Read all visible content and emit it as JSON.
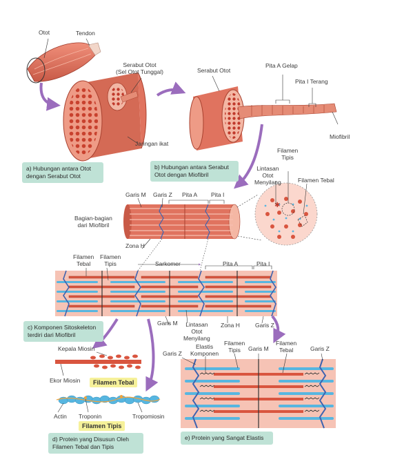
{
  "labels": {
    "otot": "Otot",
    "tendon": "Tendon",
    "serabut_otot_single": "Serabut Otot\n(Sel Otot Tunggal)",
    "jaringan_ikat": "Jaringan ikat",
    "serabut_otot": "Serabut Otot",
    "pita_a_gelap": "Pita A Gelap",
    "pita_i_terang": "Pita I Terang",
    "miofibril": "Miofibril",
    "filamen_tipis_1": "Filamen\nTipis",
    "lintasan_otot_1": "Lintasan\nOtot\nMenyilang",
    "filamen_tebal_1": "Filamen Tebal",
    "garis_m_1": "Garis M",
    "garis_z_1": "Garis Z",
    "pita_a_1": "Pita A",
    "pita_i_1": "Pita I",
    "bagian_miofibril": "Bagian-bagian\ndari Miofibril",
    "zona_h_1": "Zona H",
    "filamen_tebal_2": "Filamen\nTebal",
    "filamen_tipis_2": "Filamen\nTipis",
    "sarkomer": "Sarkomer",
    "pita_a_2": "Pita A",
    "pita_i_2": "Pita I",
    "garis_m_2": "Garis M",
    "lintasan_otot_2": "Lintasan\nOtot\nMenyilang",
    "zona_h_2": "Zona H",
    "garis_z_2": "Garis Z",
    "kepala_miosin": "Kepala Miosin",
    "ekor_miosin": "Ekor Miosin",
    "actin": "Actin",
    "troponin": "Troponin",
    "tropomiosin": "Tropomiosin",
    "garis_z_3": "Garis Z",
    "elastis_komponen": "Elastis\nKomponen",
    "filamen_tipis_3": "Filamen\nTipis",
    "garis_m_3": "Garis M",
    "filamen_tebal_3": "Filamen\nTebal",
    "garis_z_4": "Garis Z"
  },
  "tags": {
    "filamen_tebal": "Filamen Tebal",
    "filamen_tipis": "Filamen Tipis"
  },
  "captions": {
    "a": "a) Hubungan antara Otot\ndengan Serabut Otot",
    "b": "b) Hubungan antara Serabut\nOtot dengan Miofibril",
    "c": "c) Komponen Sitoskeleton\nterdiri dari Miofibril",
    "d": "d) Protein yang Disusun Oleh\nFilamen Tebal dan Tipis",
    "e": "e) Protein yang Sangat Elastis"
  },
  "colors": {
    "muscle": "#e0735f",
    "muscle_dark": "#b84a3a",
    "tissue": "#f2c6b4",
    "arrow": "#9b6dbd",
    "caption_bg": "#bfe2d6",
    "tag_bg": "#f6f19a",
    "actin": "#57b6e0",
    "zline": "#3d63b0",
    "myosin": "#d9553f"
  }
}
